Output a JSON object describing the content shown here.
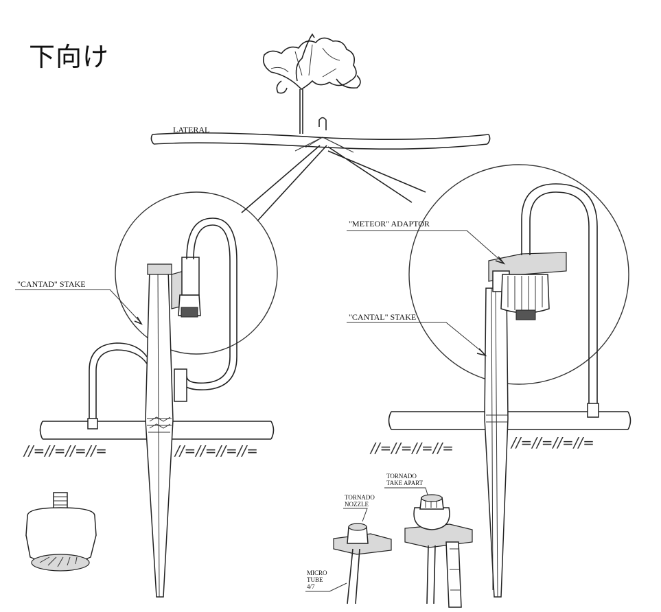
{
  "title": "下向け",
  "labels": {
    "lateral": "LATERAL",
    "cantad_stake": "\"CANTAD\" STAKE",
    "meteor_adaptor": "\"METEOR\" ADAPTOR",
    "cantal_stake": "\"CANTAL\" STAKE",
    "tornado_take_apart_1": "TORNADO",
    "tornado_take_apart_2": "TAKE APART",
    "tornado_nozzle_1": "TORNADO",
    "tornado_nozzle_2": "NOZZLE",
    "micro_tube_1": "MICRO",
    "micro_tube_2": "TUBE",
    "micro_tube_3": "4/7"
  },
  "colors": {
    "ink": "#222222",
    "background": "#ffffff",
    "shade": "#d9d9d9"
  }
}
